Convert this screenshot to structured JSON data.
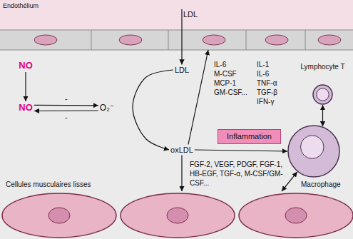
{
  "diagram": {
    "nodes": [
      {
        "text": [
          "Endothélium"
        ]
      },
      {
        "text": [
          "LDL"
        ],
        "in": 0
      },
      {
        "text": [
          "NO"
        ]
      },
      {
        "text": [
          "LDL"
        ]
      },
      {
        "text": [
          "NO"
        ]
      },
      {
        "text": [
          "O₂⁻"
        ]
      },
      {
        "text": [
          "oxLDL"
        ]
      },
      {
        "text": [
          "Inflammation"
        ]
      },
      {
        "text": [
          "Lymphocyte T"
        ]
      },
      {
        "text": [
          "Macrophage"
        ]
      },
      {
        "text": [
          "Cellules musculaires lisses"
        ]
      }
    ],
    "edges": [
      {
        "from": 1,
        "to": 3,
        "arrow": "to"
      },
      {
        "from": 2,
        "to": 4,
        "arrow": "to"
      },
      {
        "from": 4,
        "to": 5,
        "label": "-",
        "arrow": "to"
      },
      {
        "from": 5,
        "to": 4,
        "label": "-",
        "arrow": "to"
      },
      {
        "from": 3,
        "to": 6,
        "arrow": "to"
      },
      {
        "from": 6,
        "to": 0,
        "arrow": "to"
      },
      {
        "from": 6,
        "to": 9,
        "arrow": "to"
      },
      {
        "from": 6,
        "to": 10,
        "arrow": "to"
      },
      {
        "from": 8,
        "to": 9,
        "arrow": "both"
      },
      {
        "from": 9,
        "to": 10,
        "arrow": "both"
      }
    ],
    "labels": [
      "IL-6",
      "M-CSF",
      "MCP-1",
      "GM-CSF...",
      "IL-1",
      "IL-6",
      "TNF-α",
      "TGF-β",
      "IFN-γ",
      "FGF-2, VEGF, PDGF, FGF-1, HB-EGF, TGF-α, M-CSF/GM-CSF..."
    ]
  }
}
